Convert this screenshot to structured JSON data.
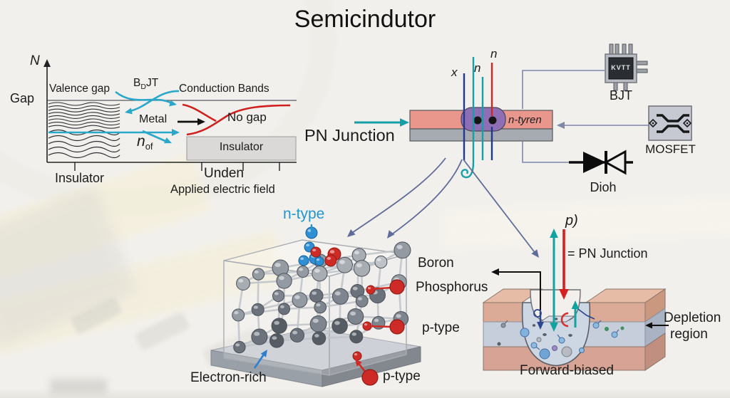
{
  "title": "Semicindutor",
  "band_diagram": {
    "y_axis_label": "N",
    "gap_label": "Gap",
    "valence_label": "Valence gap",
    "b_label_main": "B",
    "b_label_sub": "D",
    "b_label_tail": "JT",
    "conduction_label": "Conduction Bands",
    "metal_label": "Metal",
    "no_gap_label": "No gap",
    "n_of_main": "n",
    "n_of_sub": "of",
    "insulator_box_label": "Insulator",
    "axis_left_label": "Insulator",
    "axis_right_label_1": "Unden",
    "axis_right_label_2": "Applied electric field"
  },
  "junction": {
    "label": "PN Junction",
    "bar_label": "n-tyren",
    "lead_label_x": "x",
    "lead_label_n1": "n",
    "lead_label_n2": "n"
  },
  "components": {
    "bjt_chip_text": "KVTT",
    "bjt_label": "BJT",
    "mosfet_label": "MOSFET",
    "diode_label": "Dioh"
  },
  "crystal": {
    "n_type_label": "n-type",
    "boron_label": "Boron",
    "phosphorus_label": "Phosphorus",
    "p_type_side_label": "p-type",
    "p_type_bottom_label": "p-type",
    "electron_rich_label": "Electron-rich"
  },
  "depletion": {
    "p_label": "p)",
    "equals_label": "= PN Junction",
    "depletion_label_1": "Depletion",
    "depletion_label_2": "region",
    "forward_label": "Forward-biased"
  },
  "colors": {
    "cyan": "#2aa7c9",
    "teal": "#14a0a6",
    "red": "#d32b23",
    "navy": "#22398f",
    "slate": "#7d88aa",
    "salmon": "#e9968d",
    "purple": "#8e6fb6",
    "bar_gray": "#a6aab1",
    "n_type_blue": "#2196d3",
    "sphere_red": "#cf2b26"
  }
}
